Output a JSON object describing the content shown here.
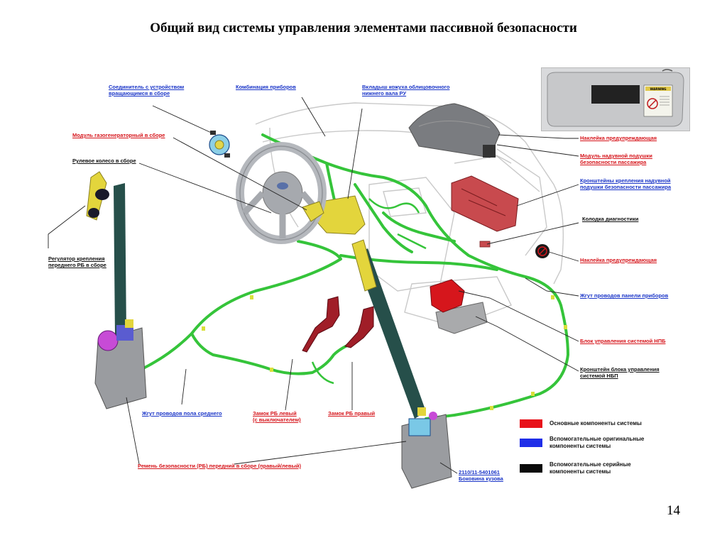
{
  "title": "Общий вид системы управления элементами пассивной безопасности",
  "page_number": "14",
  "warning_sticker_text": "WARNING",
  "labels": {
    "connector": "Соединитель с устройством\nвращающимся в сборе",
    "instrument_cluster": "Комбинация приборов",
    "column_cover_insert": "Вкладыш кожуха облицовочного\nнижнего вала РУ",
    "gas_generator_module": "Модуль газогенераторный в сборе",
    "steering_wheel": "Рулевое колесо в сборе",
    "belt_height_adjuster": "Регулятор крепления\nпереднего РБ в сборе",
    "warning_sticker_top": "Наклейка предупреждающая",
    "passenger_airbag_module": "Модуль надувной подушки\nбезопасности пассажира",
    "passenger_airbag_brackets": "Кронштейны крепления надувной\nподушки безопасности пассажира",
    "diagnostic_connector": "Колодка диагностики",
    "warning_sticker_right": "Наклейка предупреждающая",
    "dashboard_harness": "Жгут проводов панели приборов",
    "srs_control_unit": "Блок управления системой НПБ",
    "control_unit_bracket": "Кронштейн блока управления\nсистемой НБП",
    "floor_harness": "Жгут проводов пола среднего",
    "buckle_left": "Замок РБ левый\n(с выключателем)",
    "buckle_right": "Замок РБ правый",
    "front_seat_belt": "Ремень безопасности (РБ) передний в сборе (правый/левый)",
    "body_side": "2110/11-5401061\nБоковина кузова"
  },
  "legend": [
    {
      "label": "Основные компоненты системы",
      "color": "#e8121a"
    },
    {
      "label": "Вспомогательные оригинальные\nкомпоненты системы",
      "color": "#1f2ee8"
    },
    {
      "label": "Вспомогательные серийные\nкомпоненты системы",
      "color": "#0a0a0a"
    }
  ]
}
